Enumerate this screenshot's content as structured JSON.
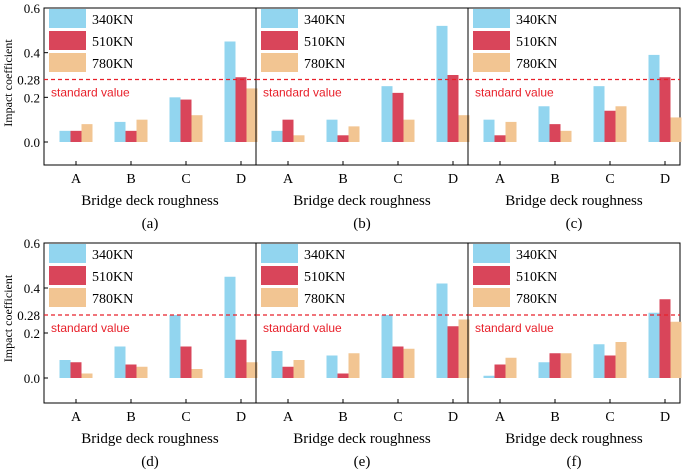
{
  "chart_data": [
    {
      "type": "bar",
      "panel_label": "(a)",
      "categories": [
        "A",
        "B",
        "C",
        "D"
      ],
      "series": [
        {
          "name": "340KN",
          "values": [
            0.05,
            0.09,
            0.2,
            0.45
          ]
        },
        {
          "name": "510KN",
          "values": [
            0.05,
            0.05,
            0.19,
            0.29
          ]
        },
        {
          "name": "780KN",
          "values": [
            0.08,
            0.1,
            0.12,
            0.24
          ]
        }
      ],
      "xlabel": "Bridge deck roughness",
      "ylabel": "Impact coefficient",
      "yticks": [
        "0.0",
        "0.2",
        "0.4",
        "0.6"
      ],
      "ylim": [
        -0.1,
        0.6
      ],
      "reference_line": {
        "value": 0.28,
        "tick_label": "0.28",
        "label": "standard value"
      },
      "legend_position": "top-left"
    },
    {
      "type": "bar",
      "panel_label": "(b)",
      "categories": [
        "A",
        "B",
        "C",
        "D"
      ],
      "series": [
        {
          "name": "340KN",
          "values": [
            0.05,
            0.1,
            0.25,
            0.52
          ]
        },
        {
          "name": "510KN",
          "values": [
            0.1,
            0.03,
            0.22,
            0.3
          ]
        },
        {
          "name": "780KN",
          "values": [
            0.03,
            0.07,
            0.1,
            0.12
          ]
        }
      ],
      "xlabel": "Bridge deck roughness",
      "ylim": [
        -0.1,
        0.6
      ],
      "reference_line": {
        "value": 0.28,
        "label": "standard value"
      },
      "legend_position": "top-left"
    },
    {
      "type": "bar",
      "panel_label": "(c)",
      "categories": [
        "A",
        "B",
        "C",
        "D"
      ],
      "series": [
        {
          "name": "340KN",
          "values": [
            0.1,
            0.16,
            0.25,
            0.39
          ]
        },
        {
          "name": "510KN",
          "values": [
            0.03,
            0.08,
            0.14,
            0.29
          ]
        },
        {
          "name": "780KN",
          "values": [
            0.09,
            0.05,
            0.16,
            0.11
          ]
        }
      ],
      "xlabel": "Bridge deck roughness",
      "ylim": [
        -0.1,
        0.6
      ],
      "reference_line": {
        "value": 0.28,
        "label": "standard value"
      },
      "legend_position": "top-left"
    },
    {
      "type": "bar",
      "panel_label": "(d)",
      "categories": [
        "A",
        "B",
        "C",
        "D"
      ],
      "series": [
        {
          "name": "340KN",
          "values": [
            0.08,
            0.14,
            0.28,
            0.45
          ]
        },
        {
          "name": "510KN",
          "values": [
            0.07,
            0.06,
            0.14,
            0.17
          ]
        },
        {
          "name": "780KN",
          "values": [
            0.02,
            0.05,
            0.04,
            0.07
          ]
        }
      ],
      "xlabel": "Bridge deck roughness",
      "ylabel": "Impact coefficient",
      "yticks": [
        "0.0",
        "0.2",
        "0.4",
        "0.6"
      ],
      "ylim": [
        -0.1,
        0.6
      ],
      "reference_line": {
        "value": 0.28,
        "tick_label": "0.28",
        "label": "standard value"
      },
      "legend_position": "top-left"
    },
    {
      "type": "bar",
      "panel_label": "(e)",
      "categories": [
        "A",
        "B",
        "C",
        "D"
      ],
      "series": [
        {
          "name": "340KN",
          "values": [
            0.12,
            0.1,
            0.28,
            0.42
          ]
        },
        {
          "name": "510KN",
          "values": [
            0.05,
            0.02,
            0.14,
            0.23
          ]
        },
        {
          "name": "780KN",
          "values": [
            0.08,
            0.11,
            0.13,
            0.26
          ]
        }
      ],
      "xlabel": "Bridge deck roughness",
      "ylim": [
        -0.1,
        0.6
      ],
      "reference_line": {
        "value": 0.28,
        "label": "standard value"
      },
      "legend_position": "top-left"
    },
    {
      "type": "bar",
      "panel_label": "(f)",
      "categories": [
        "A",
        "B",
        "C",
        "D"
      ],
      "series": [
        {
          "name": "340KN",
          "values": [
            0.01,
            0.07,
            0.15,
            0.29
          ]
        },
        {
          "name": "510KN",
          "values": [
            0.06,
            0.11,
            0.1,
            0.35
          ]
        },
        {
          "name": "780KN",
          "values": [
            0.09,
            0.11,
            0.16,
            0.25
          ]
        }
      ],
      "xlabel": "Bridge deck roughness",
      "ylim": [
        -0.1,
        0.6
      ],
      "reference_line": {
        "value": 0.28,
        "label": "standard value"
      },
      "legend_position": "top-left"
    }
  ],
  "colors": {
    "340KN": "#92d5ef",
    "510KN": "#d9455a",
    "780KN": "#f2c592",
    "reference_line": "#e8202a",
    "axis": "#000000"
  }
}
